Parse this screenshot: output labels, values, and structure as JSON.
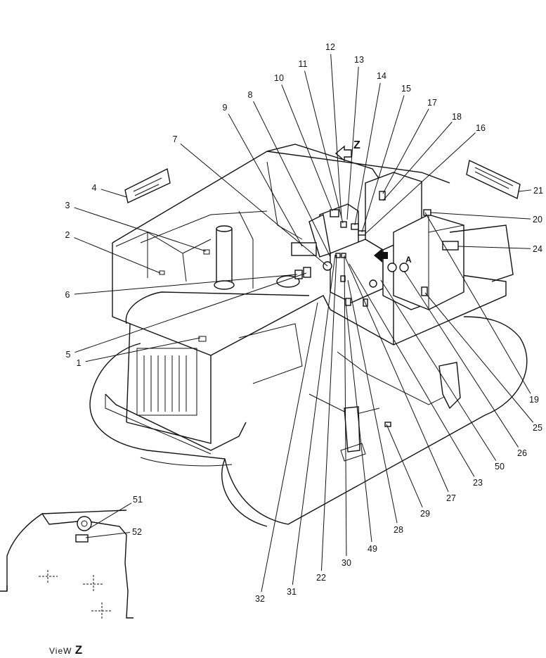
{
  "diagram": {
    "callouts": [
      {
        "id": "c1",
        "text": "1"
      },
      {
        "id": "c2",
        "text": "2"
      },
      {
        "id": "c3",
        "text": "3"
      },
      {
        "id": "c4",
        "text": "4"
      },
      {
        "id": "c5",
        "text": "5"
      },
      {
        "id": "c6",
        "text": "6"
      },
      {
        "id": "c7",
        "text": "7"
      },
      {
        "id": "c8",
        "text": "8"
      },
      {
        "id": "c9",
        "text": "9"
      },
      {
        "id": "c10",
        "text": "10"
      },
      {
        "id": "c11",
        "text": "11"
      },
      {
        "id": "c12",
        "text": "12"
      },
      {
        "id": "c13",
        "text": "13"
      },
      {
        "id": "c14",
        "text": "14"
      },
      {
        "id": "c15",
        "text": "15"
      },
      {
        "id": "c16",
        "text": "16"
      },
      {
        "id": "c17",
        "text": "17"
      },
      {
        "id": "c18",
        "text": "18"
      },
      {
        "id": "c19",
        "text": "19"
      },
      {
        "id": "c20",
        "text": "20"
      },
      {
        "id": "c21",
        "text": "21"
      },
      {
        "id": "c22",
        "text": "22"
      },
      {
        "id": "c23",
        "text": "23"
      },
      {
        "id": "c24",
        "text": "24"
      },
      {
        "id": "c25",
        "text": "25"
      },
      {
        "id": "c26",
        "text": "26"
      },
      {
        "id": "c27",
        "text": "27"
      },
      {
        "id": "c28",
        "text": "28"
      },
      {
        "id": "c29",
        "text": "29"
      },
      {
        "id": "c30",
        "text": "30"
      },
      {
        "id": "c31",
        "text": "31"
      },
      {
        "id": "c32",
        "text": "32"
      },
      {
        "id": "c49",
        "text": "49"
      },
      {
        "id": "c50",
        "text": "50"
      },
      {
        "id": "c51",
        "text": "51"
      },
      {
        "id": "c52",
        "text": "52"
      }
    ],
    "view_arrow_label": "Z",
    "detail_arrow_label": "A",
    "view_caption": {
      "prefix": "VieW",
      "letter": "Z"
    }
  }
}
